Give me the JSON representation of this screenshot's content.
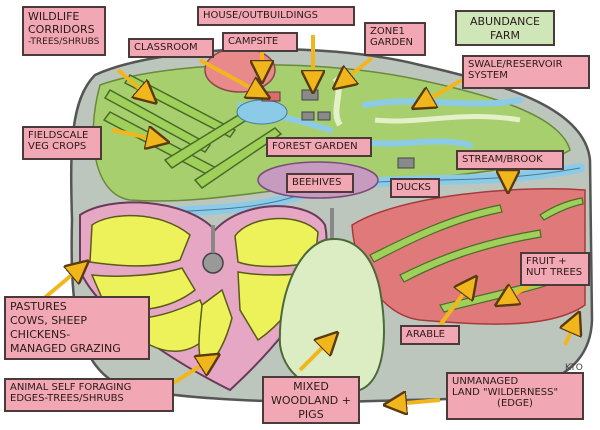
{
  "title": {
    "line1": "ABUNDANCE",
    "line2": "FARM"
  },
  "labels": {
    "wildlife_1": "WILDLIFE",
    "wildlife_2": "CORRIDORS",
    "wildlife_3": "-TREES/SHRUBS",
    "classroom": "CLASSROOM",
    "house": "HOUSE/OUTBUILDINGS",
    "campsite": "CAMPSITE",
    "zone1_1": "ZONE1",
    "zone1_2": "GARDEN",
    "swale_1": "SWALE/RESERVOIR",
    "swale_2": "SYSTEM",
    "fieldscale_1": "FIELDSCALE",
    "fieldscale_2": "VEG CROPS",
    "forest_garden": "FOREST GARDEN",
    "stream": "STREAM/BROOK",
    "beehives": "BEEHIVES",
    "ducks": "DUCKS",
    "fruit_1": "FRUIT +",
    "fruit_2": "NUT TREES",
    "pastures_1": "PASTURES",
    "pastures_2": "COWS, SHEEP",
    "pastures_3": "CHICKENS-",
    "pastures_4": "MANAGED GRAZING",
    "arable": "ARABLE",
    "animal_1": "ANIMAL SELF FORAGING",
    "animal_2": "EDGES-TREES/SHRUBS",
    "mixed_1": "MIXED",
    "mixed_2": "WOODLAND +",
    "mixed_3": "PIGS",
    "unmanaged_1": "UNMANAGED",
    "unmanaged_2": "LAND \"WILDERNESS\"",
    "unmanaged_3": "(EDGE)"
  },
  "signature": "KTO",
  "colors": {
    "land": "#bdc6bd",
    "veg_green": "#a8cf6e",
    "water": "#8ccbe8",
    "pasture_pink": "#e6a7c4",
    "pasture_yellow": "#eef25a",
    "arable_red": "#e07a7a",
    "woodland": "#dcedc4",
    "label_pink": "#f1a8b4",
    "label_green": "#cfe6b8",
    "arrow": "#f2b61d"
  }
}
